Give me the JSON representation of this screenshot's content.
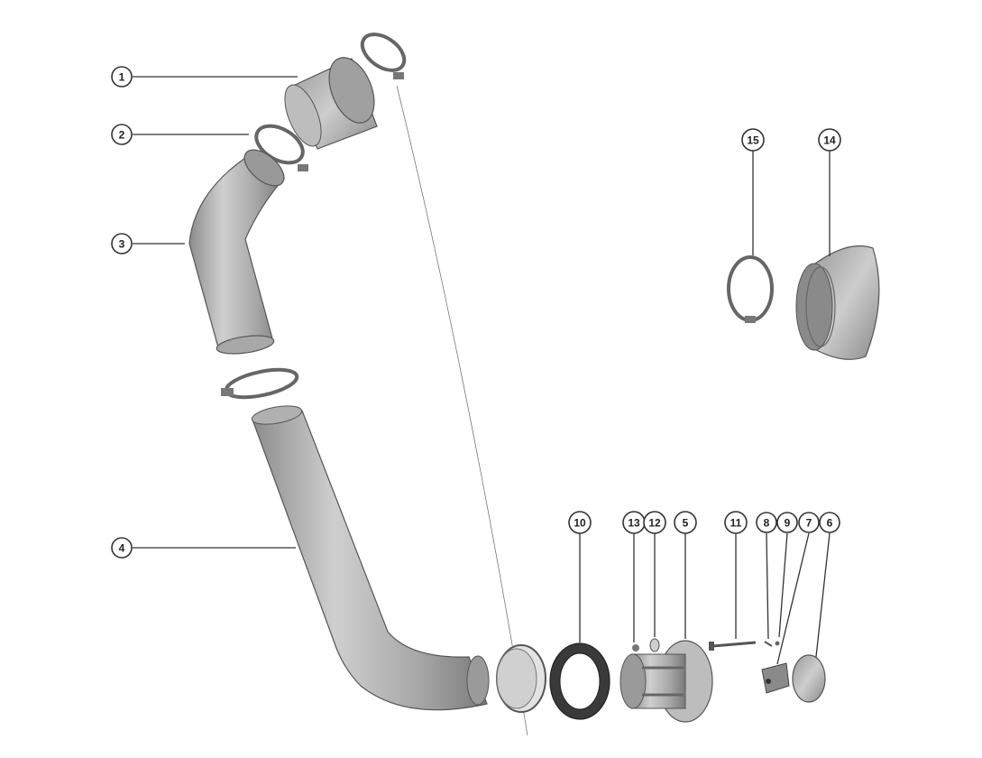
{
  "callouts": {
    "c1": "1",
    "c2": "2",
    "c3": "3",
    "c4": "4",
    "c5": "5",
    "c6": "6",
    "c7": "7",
    "c8": "8",
    "c9": "9",
    "c10": "10",
    "c11": "11",
    "c12": "12",
    "c13": "13",
    "c14": "14",
    "c15": "15"
  },
  "colors": {
    "part_fill": "#b5b5b5",
    "part_dark": "#7a7a7a",
    "line": "#333333"
  }
}
